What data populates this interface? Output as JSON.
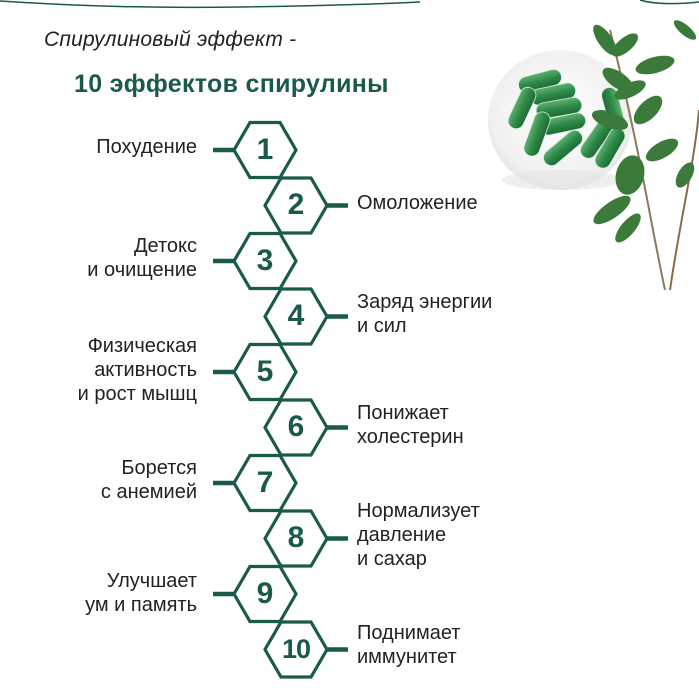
{
  "header": {
    "subtitle": "Спирулиновый эффект -",
    "title": "10 эффектов спирулины"
  },
  "colors": {
    "accent": "#1a5a4a",
    "text": "#222222",
    "background": "#ffffff",
    "capsule_green": "#2f8a4a",
    "leaf_green": "#3b7a3a"
  },
  "illustration": {
    "icon": "spirulina-capsules-bowl-and-leaves-icon"
  },
  "effects": [
    {
      "number": "1",
      "side": "left",
      "lines": [
        "Похудение"
      ]
    },
    {
      "number": "2",
      "side": "right",
      "lines": [
        "Омоложение"
      ]
    },
    {
      "number": "3",
      "side": "left",
      "lines": [
        "Детокс",
        "и очищение"
      ]
    },
    {
      "number": "4",
      "side": "right",
      "lines": [
        "Заряд энергии",
        "и сил"
      ]
    },
    {
      "number": "5",
      "side": "left",
      "lines": [
        "Физическая",
        "активность",
        "и рост мышц"
      ]
    },
    {
      "number": "6",
      "side": "right",
      "lines": [
        "Понижает",
        "холестерин"
      ]
    },
    {
      "number": "7",
      "side": "left",
      "lines": [
        "Борется",
        "с анемией"
      ]
    },
    {
      "number": "8",
      "side": "right",
      "lines": [
        "Нормализует",
        "давление",
        "и сахар"
      ]
    },
    {
      "number": "9",
      "side": "left",
      "lines": [
        "Улучшает",
        "ум и память"
      ]
    },
    {
      "number": "10",
      "side": "right",
      "lines": [
        "Поднимает",
        "иммунитет"
      ]
    }
  ]
}
